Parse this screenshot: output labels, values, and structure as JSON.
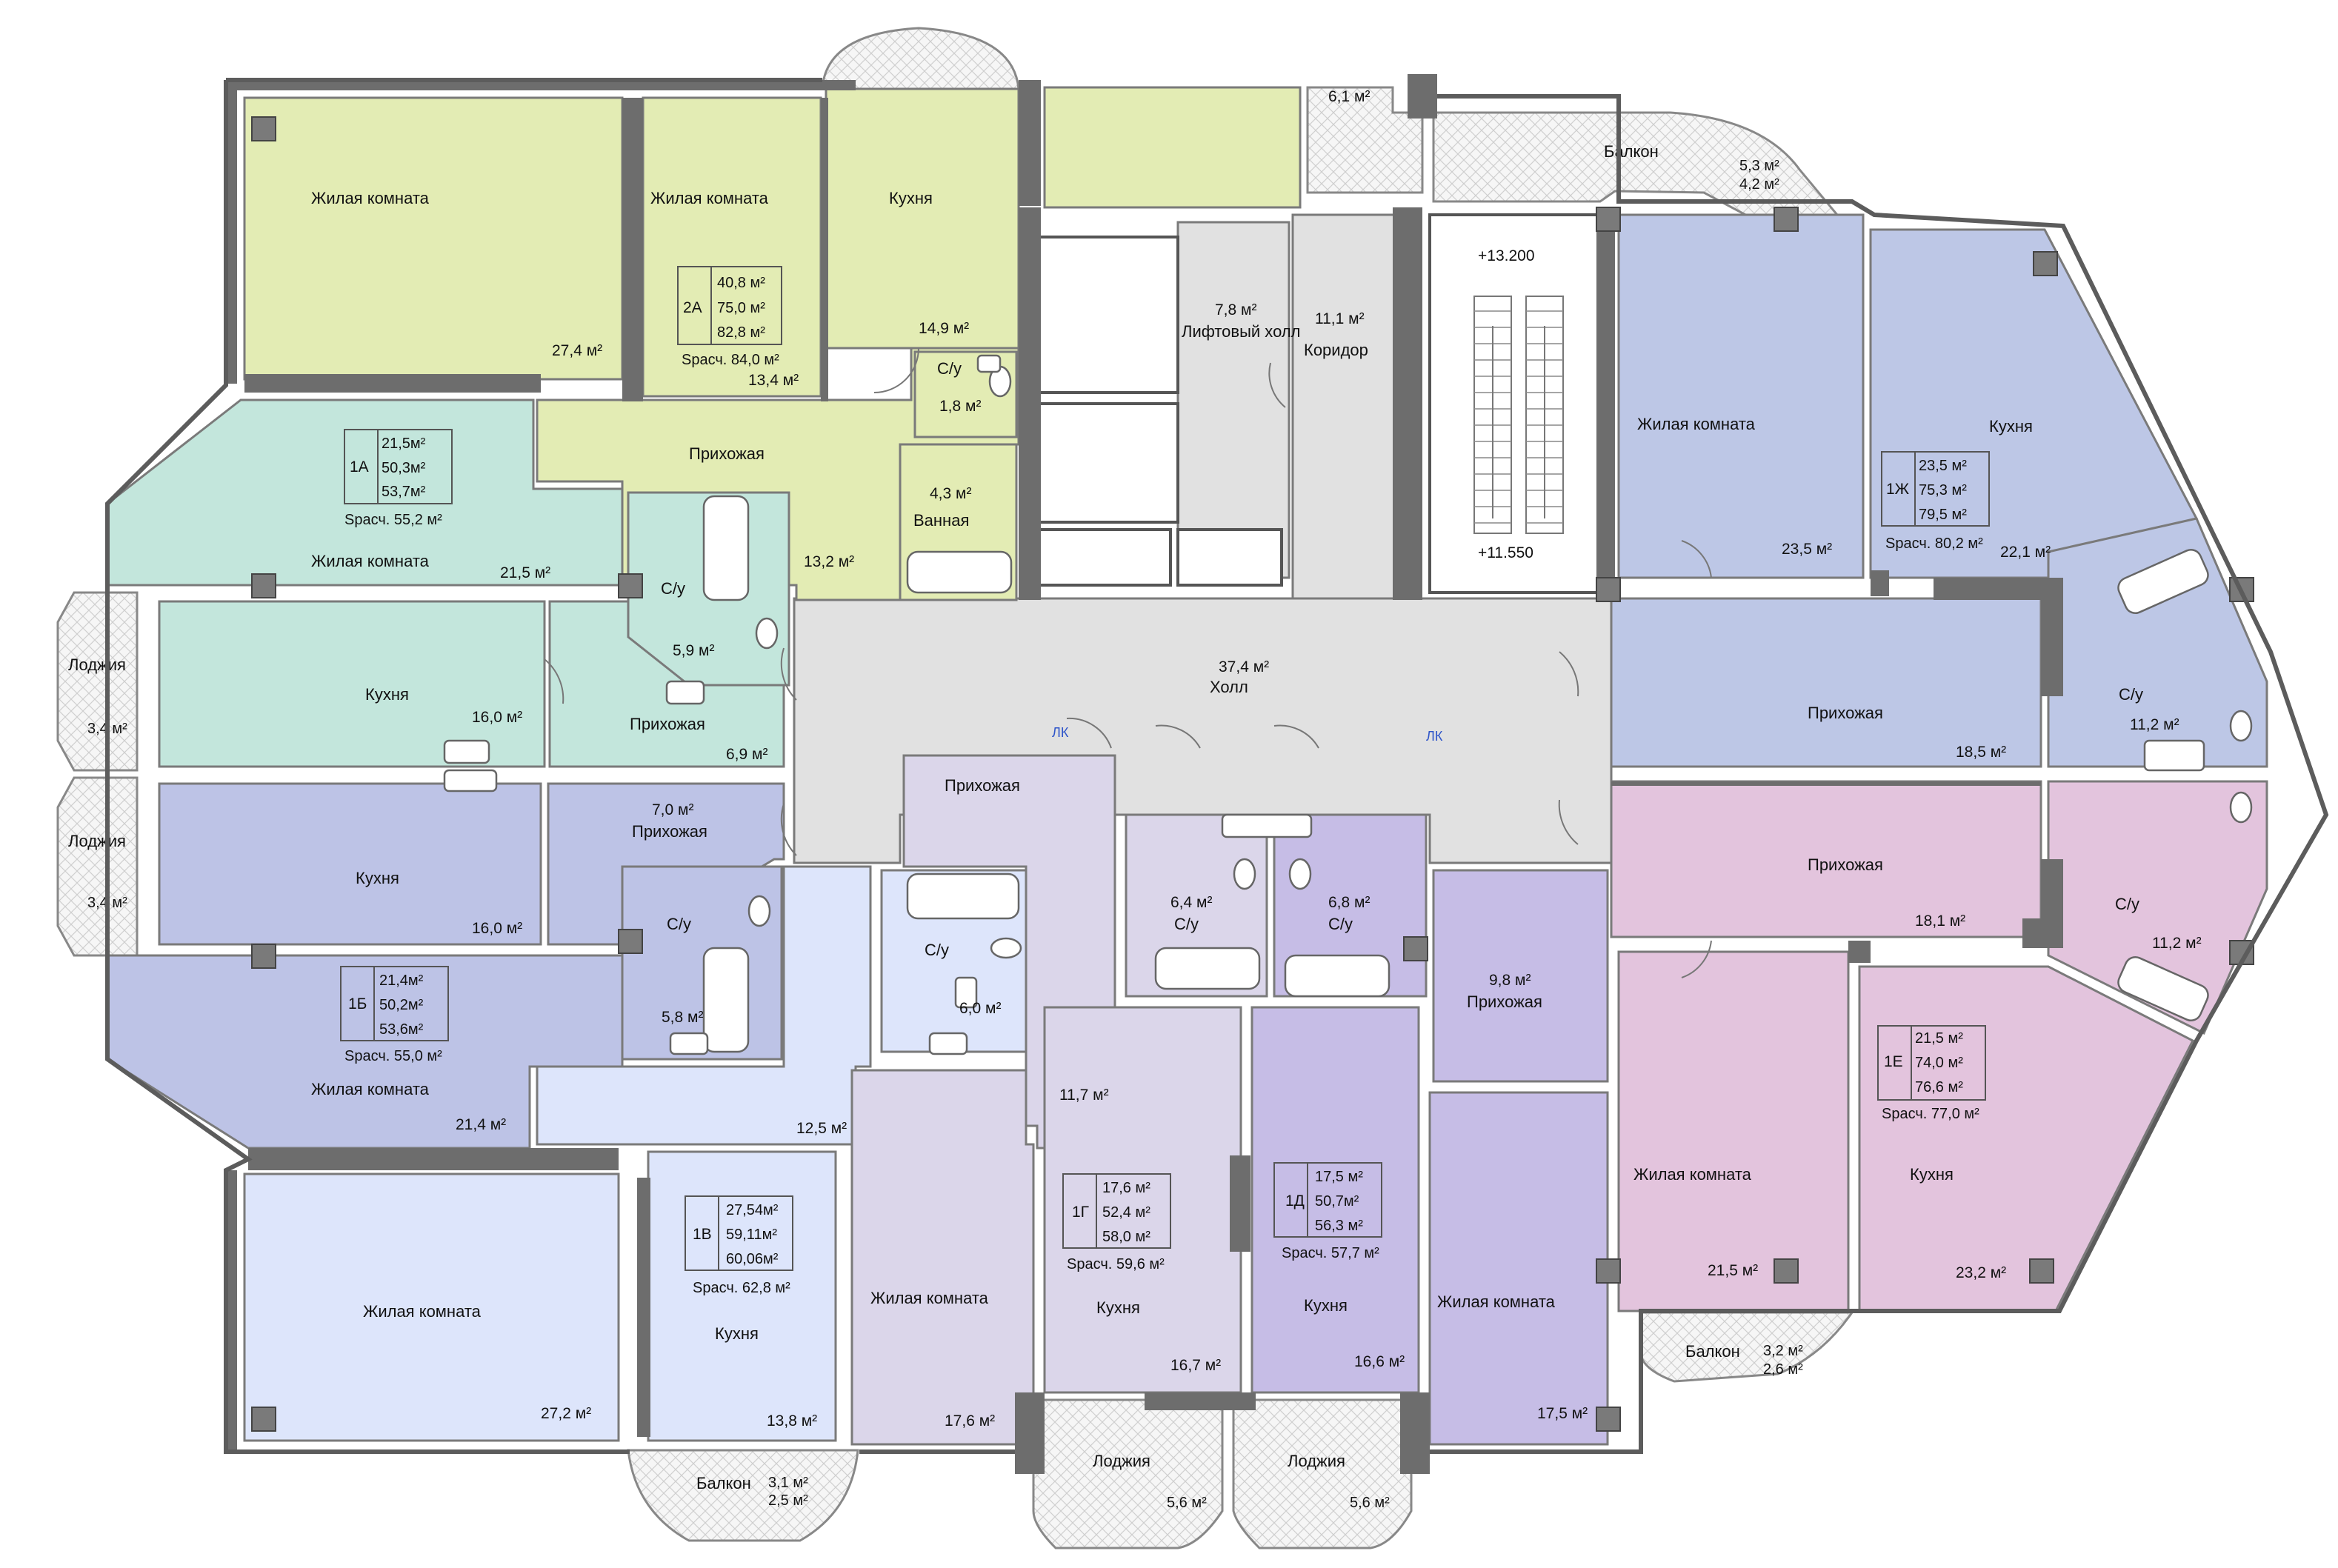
{
  "colors": {
    "apt_2a": "#e3ecb4",
    "apt_1a": "#c3e6dc",
    "apt_1b": "#bdc3e6",
    "apt_1v": "#dde5fb",
    "apt_1g": "#dbd6ea",
    "apt_1d": "#c6bde6",
    "apt_1zh": "#bdc7e6",
    "apt_1e": "#e3c4dd",
    "common": "#e1e1e1",
    "wall": "#6d6d6d",
    "stroke": "#7a7a7a"
  },
  "symbols": {
    "column": "column-icon",
    "toilet": "toilet-icon",
    "bathtub": "bathtub-icon",
    "sink": "sink-icon",
    "door": "door-swing-icon",
    "stairs": "stair-flight-icon"
  },
  "apartments": {
    "a2": {
      "code": "2А",
      "a1": "40,8 м²",
      "a2": "75,0 м²",
      "a3": "82,8 м²",
      "calc": "Sрасч. 84,0 м²",
      "rooms": [
        {
          "label": "Жилая комната",
          "area": "27,4 м²"
        },
        {
          "label": "Жилая комната",
          "area": "13,4 м²"
        },
        {
          "label": "Кухня",
          "area": "14,9 м²"
        },
        {
          "label": "Прихожая",
          "area": "13,2 м²"
        },
        {
          "label": "С/у",
          "area": "1,8 м²"
        },
        {
          "label": "Ванная",
          "area": "4,3 м²"
        }
      ]
    },
    "a1": {
      "code": "1А",
      "a1": "21,5м²",
      "a2": "50,3м²",
      "a3": "53,7м²",
      "calc": "Sрасч. 55,2 м²",
      "rooms": [
        {
          "label": "Жилая комната",
          "area": "21,5 м²"
        },
        {
          "label": "Кухня",
          "area": "16,0 м²"
        },
        {
          "label": "Прихожая",
          "area": "6,9 м²"
        },
        {
          "label": "С/у",
          "area": "5,9 м²"
        }
      ]
    },
    "b1": {
      "code": "1Б",
      "a1": "21,4м²",
      "a2": "50,2м²",
      "a3": "53,6м²",
      "calc": "Sрасч. 55,0 м²",
      "rooms": [
        {
          "label": "Кухня",
          "area": "16,0 м²"
        },
        {
          "label": "Прихожая",
          "area": "7,0 м²"
        },
        {
          "label": "С/у",
          "area": "5,8 м²"
        },
        {
          "label": "Жилая комната",
          "area": "21,4 м²"
        }
      ]
    },
    "v1": {
      "code": "1В",
      "a1": "27,54м²",
      "a2": "59,11м²",
      "a3": "60,06м²",
      "calc": "Sрасч. 62,8 м²",
      "rooms": [
        {
          "label": "Жилая комната",
          "area": "27,2 м²"
        },
        {
          "label": "Кухня",
          "area": "13,8 м²"
        },
        {
          "label": "",
          "area": "12,5 м²"
        },
        {
          "label": "С/у",
          "area": "6,0 м²"
        }
      ]
    },
    "g1": {
      "code": "1Г",
      "a1": "17,6 м²",
      "a2": "52,4 м²",
      "a3": "58,0 м²",
      "calc": "Sрасч. 59,6 м²",
      "rooms": [
        {
          "label": "Прихожая",
          "area": "11,7 м²"
        },
        {
          "label": "Жилая комната",
          "area": "17,6 м²"
        },
        {
          "label": "Кухня",
          "area": "16,7 м²"
        },
        {
          "label": "С/у",
          "area": "6,4 м²"
        }
      ]
    },
    "d1": {
      "code": "1Д",
      "a1": "17,5 м²",
      "a2": "50,7м²",
      "a3": "56,3 м²",
      "calc": "Sрасч. 57,7 м²",
      "rooms": [
        {
          "label": "С/у",
          "area": "6,8 м²"
        },
        {
          "label": "Прихожая",
          "area": "9,8 м²"
        },
        {
          "label": "Кухня",
          "area": "16,6 м²"
        },
        {
          "label": "Жилая комната",
          "area": "17,5 м²"
        }
      ]
    },
    "zh1": {
      "code": "1Ж",
      "a1": "23,5 м²",
      "a2": "75,3 м²",
      "a3": "79,5 м²",
      "calc": "Sрасч. 80,2 м²",
      "rooms": [
        {
          "label": "Жилая комната",
          "area": "23,5 м²"
        },
        {
          "label": "Кухня",
          "area": "22,1 м²"
        },
        {
          "label": "Прихожая",
          "area": "18,5 м²"
        },
        {
          "label": "С/у",
          "area": "11,2 м²"
        }
      ]
    },
    "e1": {
      "code": "1Е",
      "a1": "21,5 м²",
      "a2": "74,0 м²",
      "a3": "76,6 м²",
      "calc": "Sрасч. 77,0 м²",
      "rooms": [
        {
          "label": "Прихожая",
          "area": "18,1 м²"
        },
        {
          "label": "С/у",
          "area": "11,2 м²"
        },
        {
          "label": "Жилая комната",
          "area": "21,5 м²"
        },
        {
          "label": "Кухня",
          "area": "23,2 м²"
        }
      ]
    }
  },
  "common": {
    "hall_label": "Холл",
    "hall_area": "37,4 м²",
    "lift_label": "Лифтовый холл",
    "lift_area": "7,8 м²",
    "corridor_label": "Коридор",
    "corridor_area": "11,1 м²",
    "level_top": "+13.200",
    "level_bottom": "+11.550",
    "lk": "ЛК",
    "top_area": "6,1 м²"
  },
  "outdoor": {
    "balcony_label": "Балкон",
    "loggia_label": "Лоджия",
    "balcony_ne_1": "5,3 м²",
    "balcony_ne_2": "4,2 м²",
    "balcony_se_1": "3,2 м²",
    "balcony_se_2": "2,6 м²",
    "balcony_s_1": "3,1 м²",
    "balcony_s_2": "2,5 м²",
    "loggia_w1": "3,4 м²",
    "loggia_w2": "3,4 м²",
    "loggia_s1": "5,6 м²",
    "loggia_s2": "5,6 м²"
  }
}
